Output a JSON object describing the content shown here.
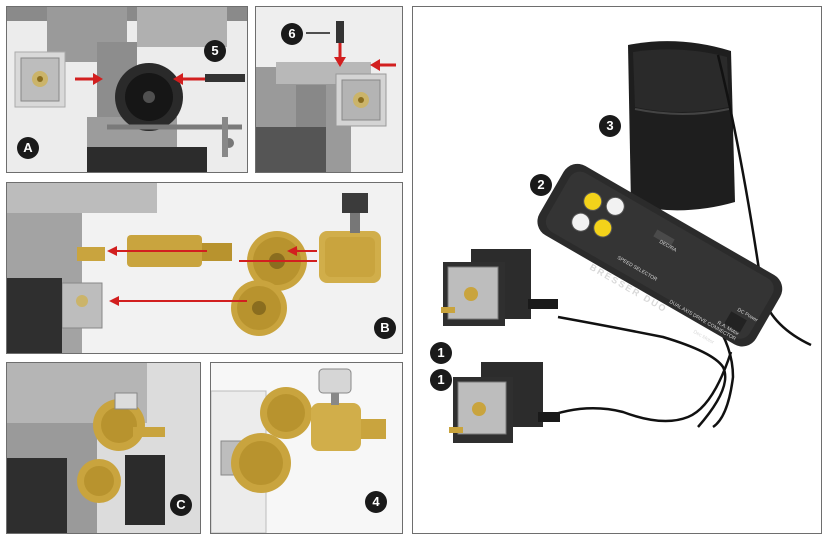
{
  "labels": {
    "panel_a": "A",
    "panel_b": "B",
    "panel_c": "C",
    "panel_4": "4",
    "panel_5": "5",
    "panel_6": "6",
    "item_1a": "1",
    "item_1b": "1",
    "item_2": "2",
    "item_3": "3"
  },
  "device": {
    "brand": "BRESSER DUO",
    "dec_switch": "DEC/RA",
    "speed_label": "SPEED SELECTOR",
    "connector_label": "DUAL AXIS DRIVE CONNECTOR",
    "port_1": "Dec Motor",
    "port_2": "R.A. Motor",
    "port_3": "DC Power"
  },
  "colors": {
    "arrow": "#d21f1f",
    "brass": "#c9a43e",
    "device_body": "#2b2b2b",
    "button_yellow": "#f3d21a",
    "button_white": "#f2f2f2",
    "badge": "#1a1a1a"
  }
}
